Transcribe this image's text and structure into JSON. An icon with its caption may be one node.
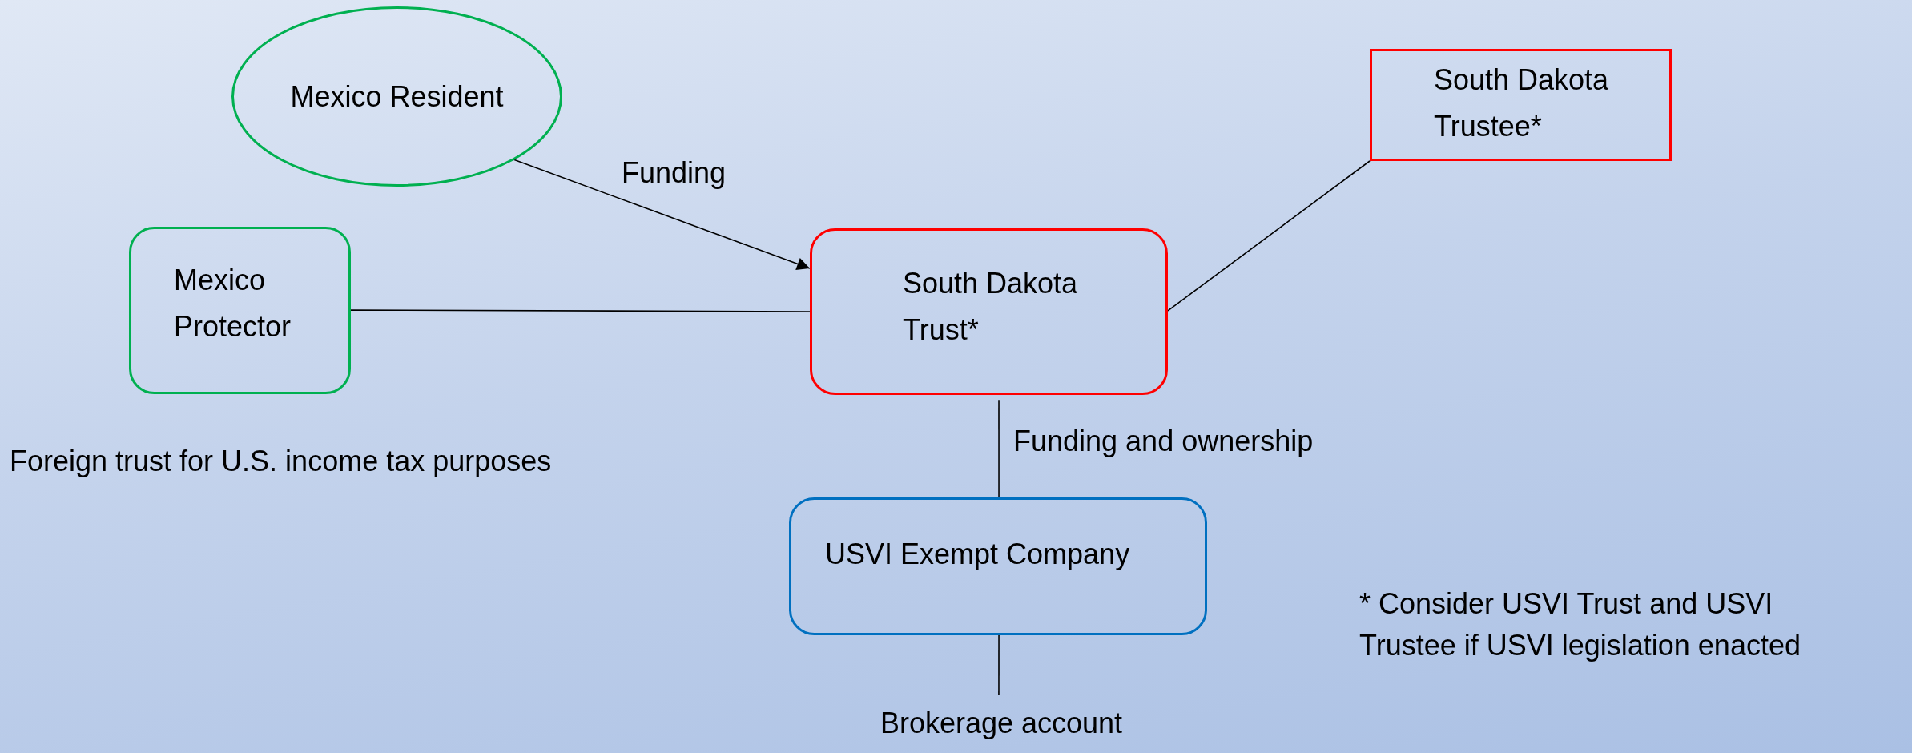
{
  "diagram": {
    "nodes": [
      {
        "text": [
          "Mexico Resident"
        ]
      },
      {
        "text": [
          "South Dakota Trustee*"
        ]
      },
      {
        "text": [
          "Mexico Protector"
        ]
      },
      {
        "text": [
          "South Dakota Trust*"
        ]
      },
      {
        "text": [
          "USVI Exempt Company"
        ]
      },
      {
        "text": [
          "Brokerage account"
        ]
      }
    ],
    "edges": [
      {
        "from": 0,
        "to": 3,
        "arrow": "to",
        "label": "Funding"
      },
      {
        "from": 2,
        "to": 3,
        "arrow": "none"
      },
      {
        "from": 3,
        "to": 1,
        "arrow": "none"
      },
      {
        "from": 3,
        "to": 4,
        "arrow": "none",
        "label": "Funding and ownership"
      },
      {
        "from": 4,
        "to": 5,
        "arrow": "none"
      }
    ],
    "labels": [
      "Foreign trust for U.S. income tax purposes",
      "* Consider USVI Trust and USVI Trustee if USVI legislation enacted"
    ]
  }
}
